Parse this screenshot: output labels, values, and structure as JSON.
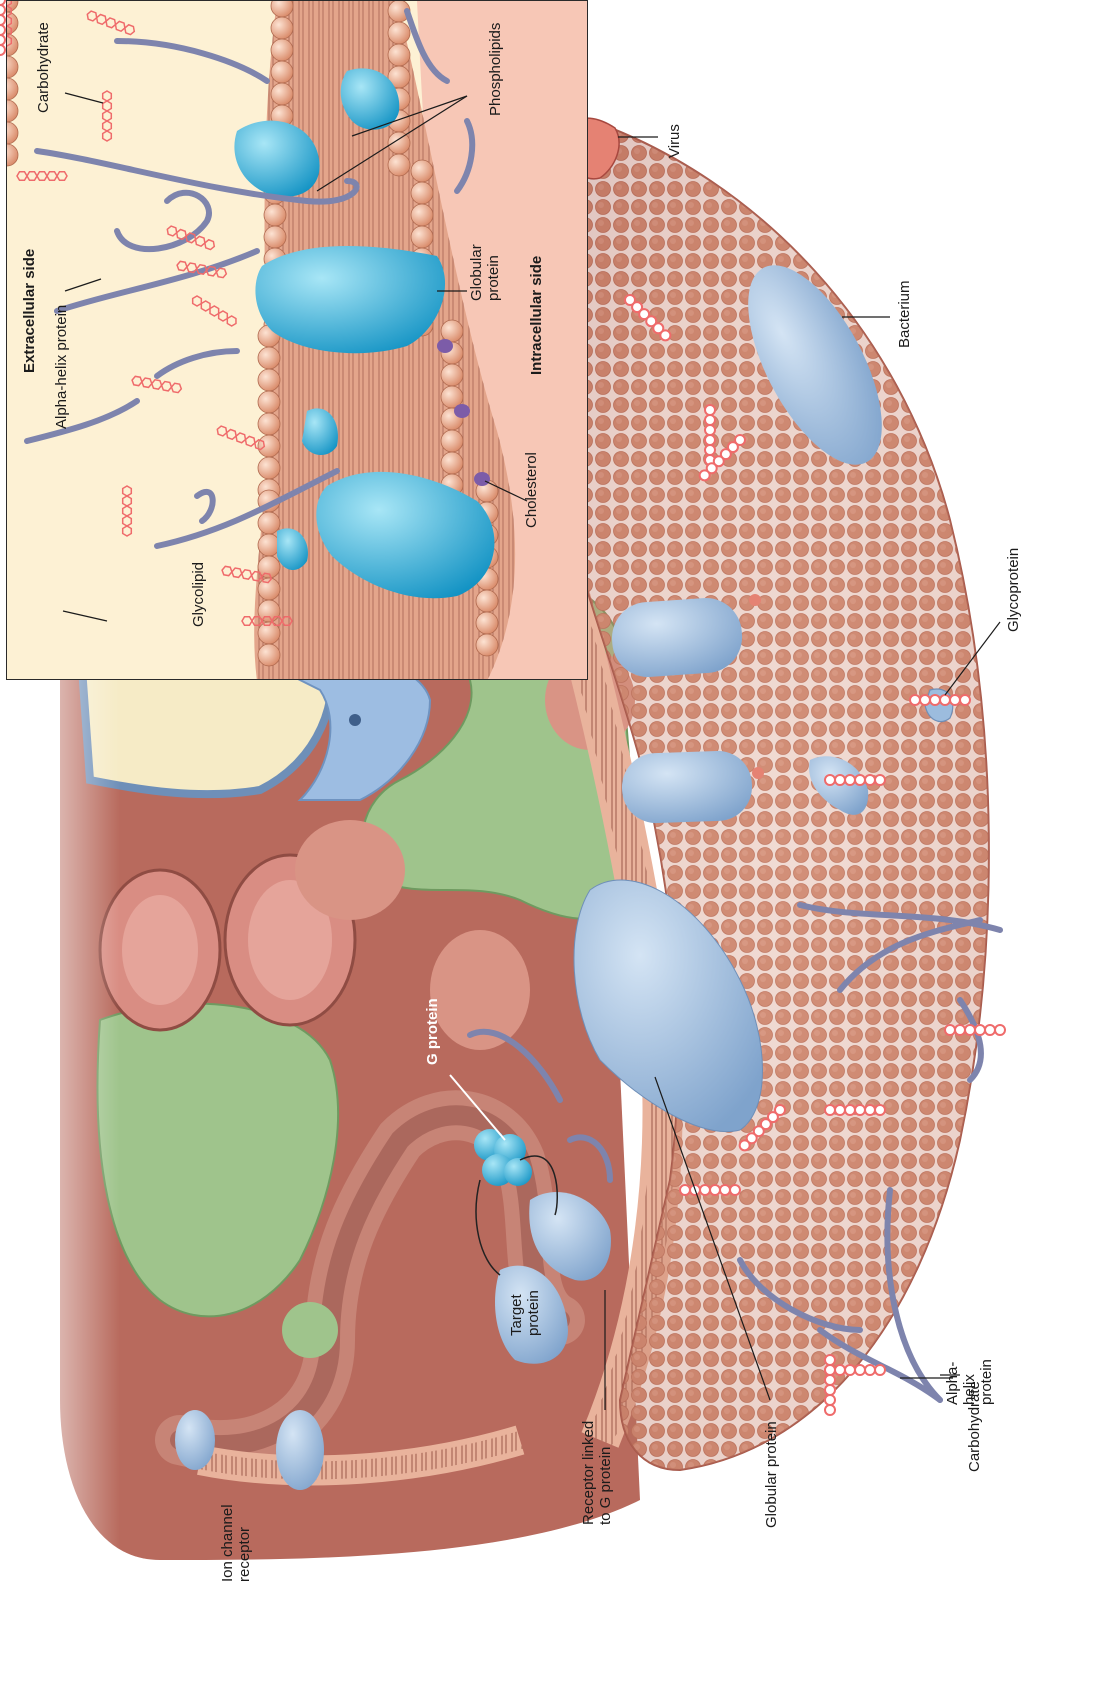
{
  "colors": {
    "extracellular_bg": "#fdf1d4",
    "intracellular_bg": "#f7c7b6",
    "cell_surface": "#c9826c",
    "cell_interior": "#b5655a",
    "protein_blue": "#9cbcde",
    "globular_cyan": "#33b6de",
    "phospholipid_head": "#eeae8e",
    "helix_protein": "#7e84ad",
    "carbohydrate": "#ef6b6b",
    "cholesterol": "#7c5ca8",
    "organelle_green": "#9cc08a",
    "nucleus_yellow": "#f6ebc6"
  },
  "inset": {
    "extracellular_title": "Extracellular side",
    "intracellular_title": "Intracellular side",
    "labels": {
      "carbohydrate": "Carbohydrate",
      "alpha_helix_protein": "Alpha-helix protein",
      "glycolipid": "Glycolipid",
      "phospholipids": "Phospholipids",
      "globular_protein": "Globular protein",
      "cholesterol": "Cholesterol"
    }
  },
  "main": {
    "labels": {
      "virus": "Virus",
      "bacterium": "Bacterium",
      "glycoprotein": "Glycoprotein",
      "alpha_helix_protein": "Alpha-helix protein",
      "carbohydrate": "Carbohydrate",
      "globular_protein": "Globular protein",
      "receptor_linked": "Receptor linked to G protein",
      "ion_channel_receptor": "Ion channel receptor",
      "g_protein": "G protein",
      "target_protein": "Target protein"
    }
  }
}
